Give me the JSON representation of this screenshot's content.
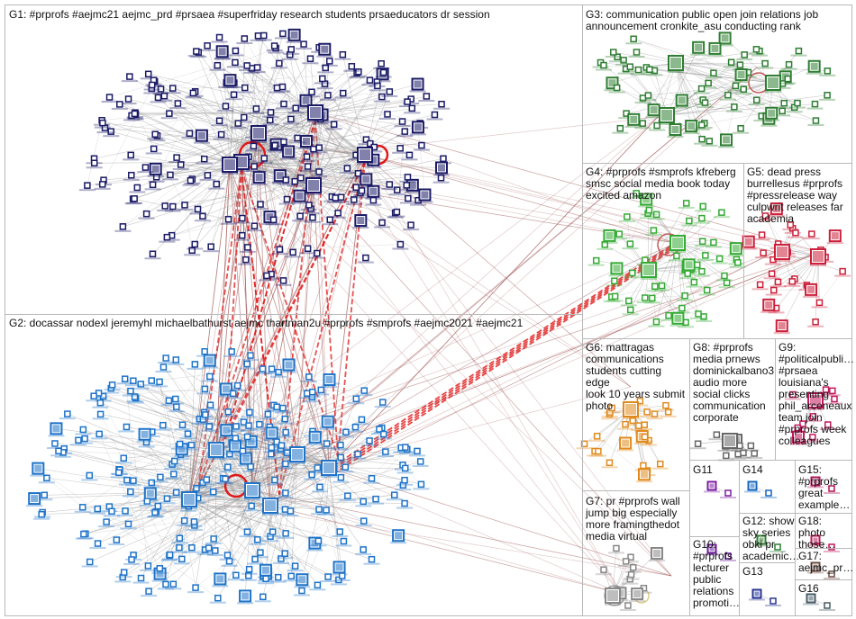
{
  "groups": [
    {
      "id": "G1",
      "label": "G1: #prprofs #aejmc21 aejmc_prd #prsaea #superfriday research students prsaeducators dr session"
    },
    {
      "id": "G2",
      "label": "G2: docassar nodexl jeremyhl michaelbathurst aejmc thartman2u #prprofs #smprofs #aejmc2021 #aejmc21"
    },
    {
      "id": "G3",
      "label": "G3: communication public open join relations job\nannouncement cronkite_asu conducting rank"
    },
    {
      "id": "G4",
      "label": "G4: #prprofs #smprofs kfreberg\nsmsc social media book today\nexcited amazon"
    },
    {
      "id": "G5",
      "label": "G5: dead press\nburrellesus #prprofs\n#pressrelease way\nculpwrit releases far\nacademia"
    },
    {
      "id": "G6",
      "label": "G6: mattragas\ncommunications\nstudents cutting edge\nlook 10 years submit\nphoto"
    },
    {
      "id": "G7",
      "label": "G7: pr #prprofs wall\njump big especially\nmore framingthedot\nmedia virtual"
    },
    {
      "id": "G8",
      "label": "G8: #prprofs\nmedia prnews\ndominickalbano3\naudio more\nsocial clicks\ncommunication\ncorporate"
    },
    {
      "id": "G9",
      "label": "G9:\n#politicalpubli…\n#prsaea\nlouisiana's\npresenting\nphil_arceneaux\nteam join\n#prprofs week\ncolleagues"
    },
    {
      "id": "G10",
      "label": "G10:\n#prprofs\nlecturer\npublic\nrelations\npromoti…"
    },
    {
      "id": "G11",
      "label": "G11"
    },
    {
      "id": "G12",
      "label": "G12: show\nsky series\nobki pr\nacademic…"
    },
    {
      "id": "G13",
      "label": "G13"
    },
    {
      "id": "G14",
      "label": "G14"
    },
    {
      "id": "G15",
      "label": "G15:\n#prprofs\ngreat\nexample…"
    },
    {
      "id": "G16",
      "label": "G16"
    },
    {
      "id": "G17",
      "label": "G17:\naejmc_pr…"
    },
    {
      "id": "G18",
      "label": "G18: photo\nthose…"
    }
  ],
  "colors": {
    "g1_node": "#1a1a66",
    "g2_node": "#1e73c8",
    "g3_node": "#2e7d32",
    "g4_node": "#33aa33",
    "g5_node": "#cc1f3a",
    "g6_node": "#e08a1e",
    "hub_edge": "#e01818",
    "edge": "#8c8c8c",
    "inter_edge": "#a05050",
    "box_border": "#b9b9b9"
  }
}
